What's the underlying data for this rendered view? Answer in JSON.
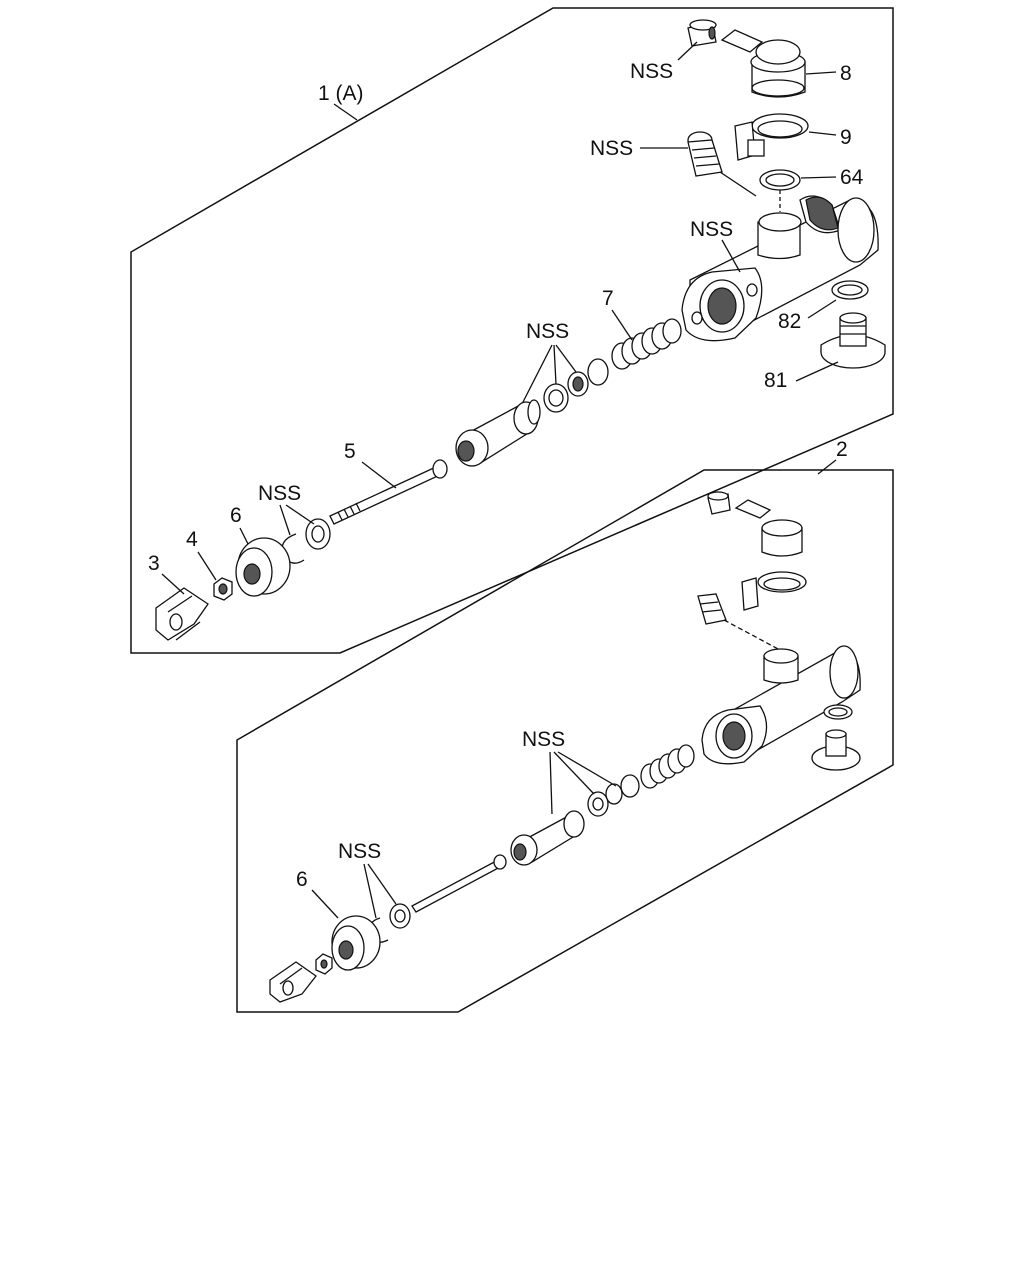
{
  "assemblies": [
    {
      "id": "assembly-1",
      "label": "1 (A)",
      "callouts": {
        "nss_top_left": "NSS",
        "p8": "8",
        "p9": "9",
        "nss_valve": "NSS",
        "p64": "64",
        "nss_housing": "NSS",
        "p7": "7",
        "nss_seals": "NSS",
        "p82": "82",
        "p81": "81",
        "p5": "5",
        "nss_ring": "NSS",
        "p6": "6",
        "p4": "4",
        "p3": "3"
      }
    },
    {
      "id": "assembly-2",
      "label": "2",
      "callouts": {
        "nss_seals": "NSS",
        "nss_ring": "NSS",
        "p6": "6"
      }
    }
  ]
}
